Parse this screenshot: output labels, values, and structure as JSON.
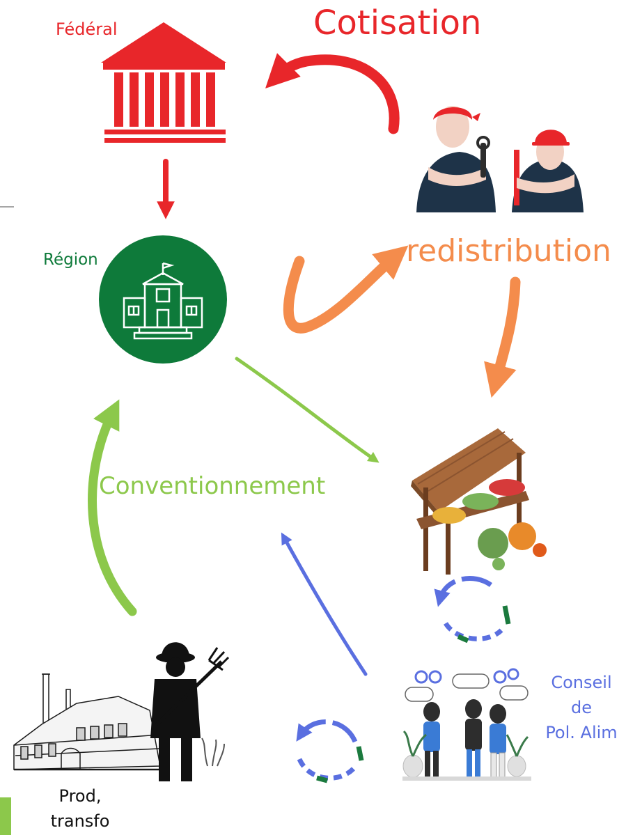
{
  "labels": {
    "federal": "Fédéral",
    "cotisation": "Cotisation",
    "region": "Région",
    "redistribution": "redistribution",
    "conventionnement": "Conventionnement",
    "conseil_line1": "Conseil",
    "conseil_line2": "de",
    "conseil_line3": "Pol. Alim",
    "prod_line1": "Prod,",
    "prod_line2": "transfo"
  },
  "colors": {
    "red": "#e8262a",
    "orange": "#f48c4c",
    "dark_green": "#0e7a3a",
    "light_green": "#8cc84b",
    "blue": "#5a6fe0",
    "cycle_green": "#1b7a3e"
  },
  "icons": [
    "bank-icon",
    "school-building-icon",
    "workers-icon",
    "market-stall-icon",
    "meeting-people-icon",
    "factory-icon",
    "farmer-icon",
    "cycle-icon"
  ]
}
